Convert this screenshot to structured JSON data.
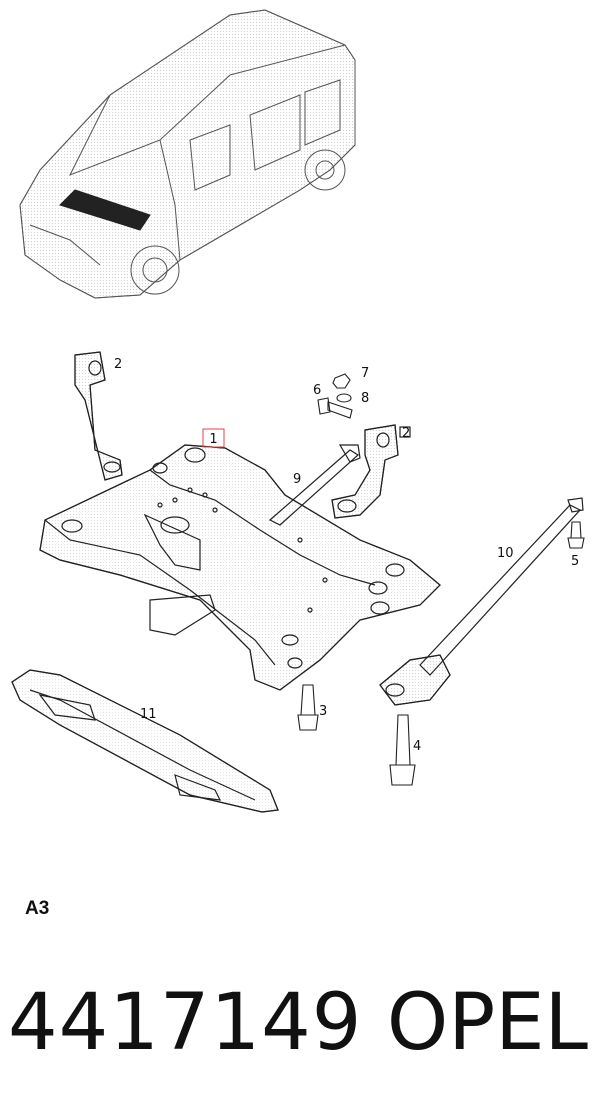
{
  "diagram": {
    "callouts": [
      {
        "id": "c1",
        "label": "1",
        "highlighted": true
      },
      {
        "id": "c2a",
        "label": "2"
      },
      {
        "id": "c2b",
        "label": "2"
      },
      {
        "id": "c3",
        "label": "3"
      },
      {
        "id": "c4",
        "label": "4"
      },
      {
        "id": "c5",
        "label": "5"
      },
      {
        "id": "c6",
        "label": "6"
      },
      {
        "id": "c7",
        "label": "7"
      },
      {
        "id": "c8",
        "label": "8"
      },
      {
        "id": "c9",
        "label": "9"
      },
      {
        "id": "c10",
        "label": "10"
      },
      {
        "id": "c11",
        "label": "11"
      }
    ],
    "highlight_color": "#e0463f"
  },
  "section_label": "A3",
  "part_number": "4417149",
  "brand": "OPEL"
}
